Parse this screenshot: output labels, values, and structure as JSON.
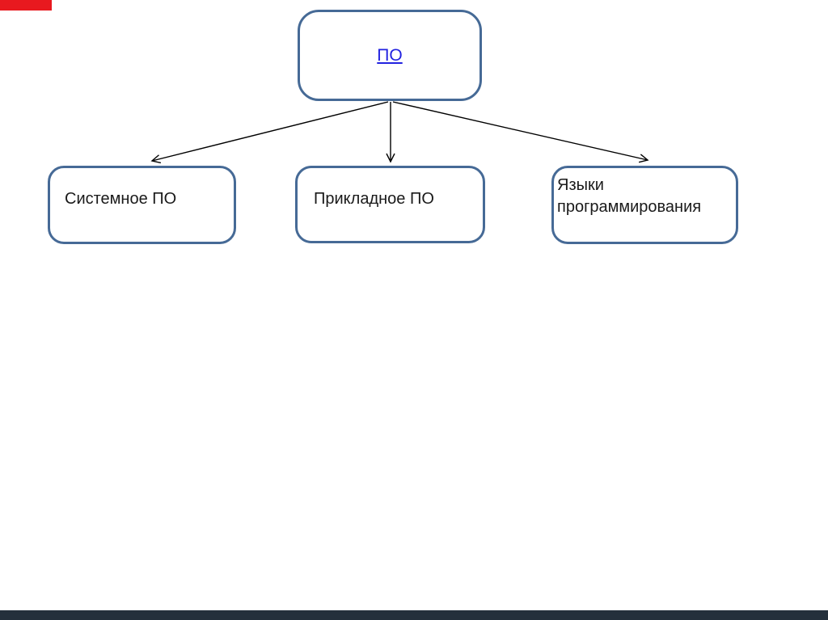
{
  "colors": {
    "canvas-white": "#ffffff",
    "top-bar-red": "#e8191f",
    "bottom-bar-navy": "#24303c",
    "box-border": "#466a96",
    "link-blue": "#2222e0",
    "arrow-black": "#000000",
    "text-black": "#1a1a1a"
  },
  "slide": {
    "root_node": {
      "label": "ПО"
    },
    "child_nodes": [
      {
        "label": "Системное ПО"
      },
      {
        "label": "Прикладное ПО"
      },
      {
        "label": "Языки программирования"
      }
    ]
  }
}
